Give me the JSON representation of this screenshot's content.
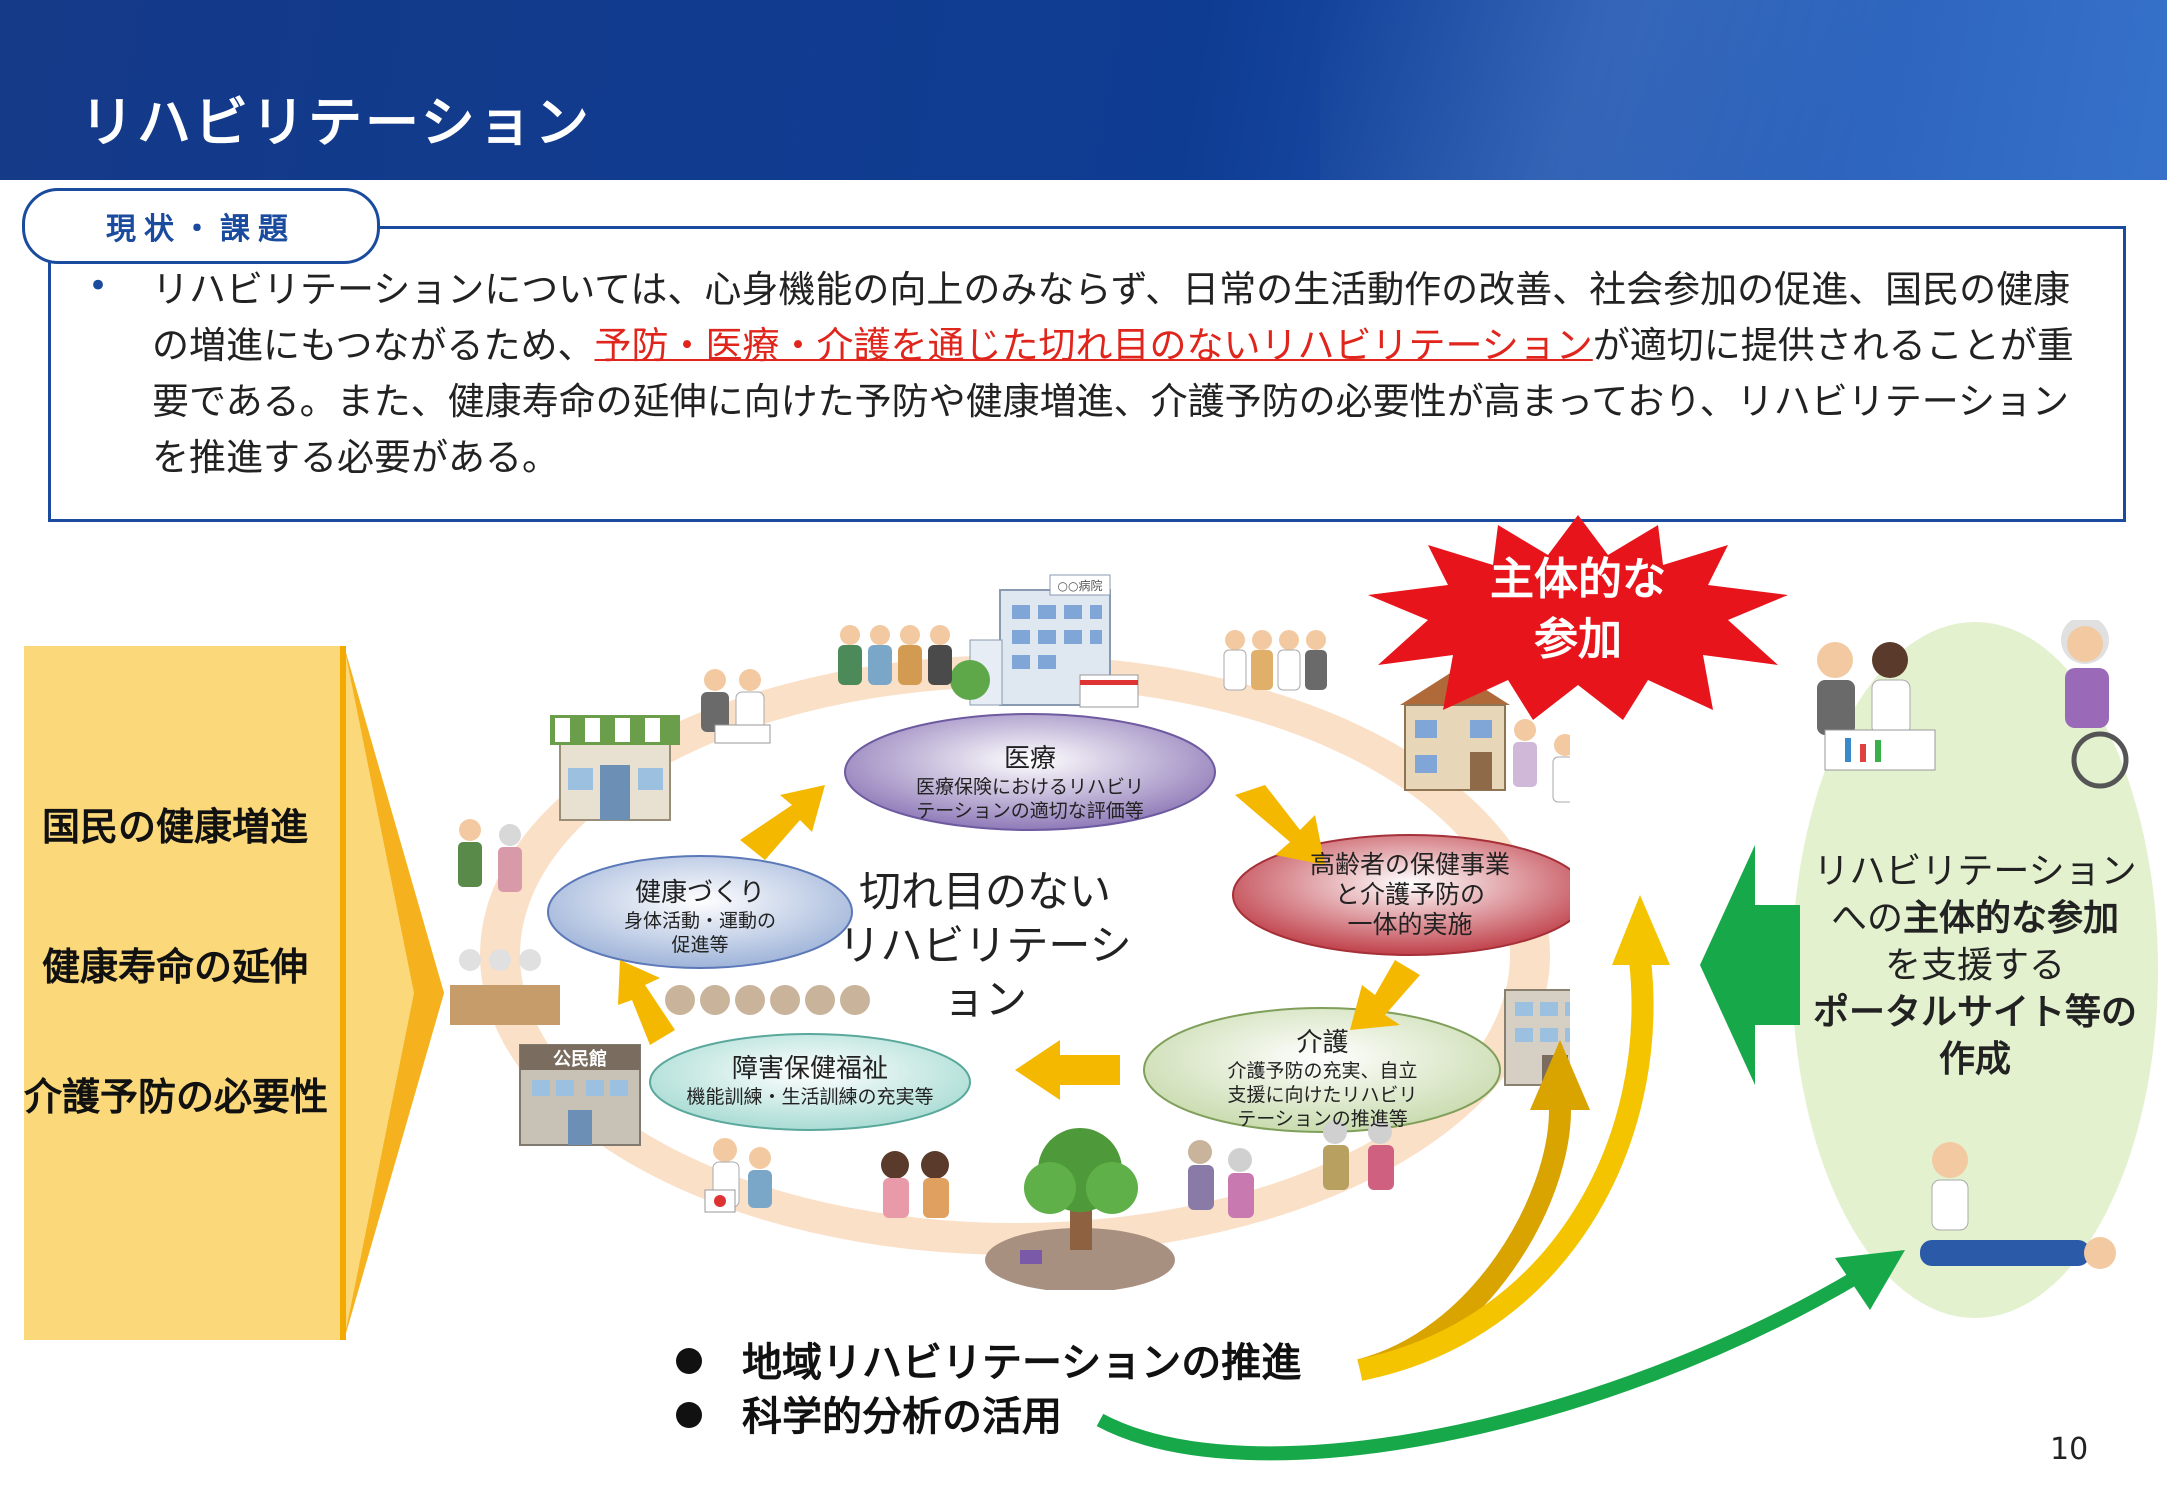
{
  "header": {
    "title": "リハビリテーション"
  },
  "status": {
    "tab_label": "現状・課題",
    "bullet": "•",
    "text_before": "リハビリテーションについては、心身機能の向上のみならず、日常の生活動作の改善、社会参加の促進、国民の健康の増進にもつながるため、",
    "text_highlight": "予防・医療・介護を通じた切れ目のないリハビリテーション",
    "text_after": "が適切に提供されることが重要である。また、健康寿命の延伸に向けた予防や健康増進、介護予防の必要性が高まっており、リハビリテーションを推進する必要がある。"
  },
  "left_panel": {
    "items": [
      "国民の健康増進",
      "健康寿命の延伸",
      "介護予防の必要性"
    ],
    "colors": {
      "fill": "#fbd97a",
      "edge": "#f5b21e"
    }
  },
  "diagram": {
    "center_line1": "切れ目のない",
    "center_line2": "リハビリテーション",
    "medical": {
      "title": "医療",
      "sub1": "医療保険におけるリハビリ",
      "sub2": "テーションの適切な評価等"
    },
    "elderly": {
      "line1": "高齢者の保健事業",
      "line2": "と介護予防の",
      "line3": "一体的実施"
    },
    "care": {
      "title": "介護",
      "sub1": "介護予防の充実、自立",
      "sub2": "支援に向けたリハビリ",
      "sub3": "テーションの推進等"
    },
    "disability": {
      "title": "障害保健福祉",
      "sub": "機能訓練・生活訓練の充実等"
    },
    "health": {
      "title": "健康づくり",
      "sub1": "身体活動・運動の",
      "sub2": "促進等"
    },
    "hall_sign": "公民館",
    "hospital_sign": "○○病院",
    "colors": {
      "ring": "#fbe0c8",
      "arrow": "#f5b800"
    }
  },
  "burst": {
    "line1": "主体的な",
    "line2": "参加",
    "color": "#e8141b"
  },
  "right_panel": {
    "line1": "リハビリテーション",
    "line2_prefix": "への",
    "line2_bold": "主体的な参加",
    "line3": "を支援する",
    "line4": "ポータルサイト等の",
    "line5": "作成",
    "colors": {
      "fill": "#e3f1cf",
      "arrow": "#17a84a"
    }
  },
  "bottom": {
    "item1": "地域リハビリテーションの推進",
    "item2": "科学的分析の活用"
  },
  "page_number": "10"
}
